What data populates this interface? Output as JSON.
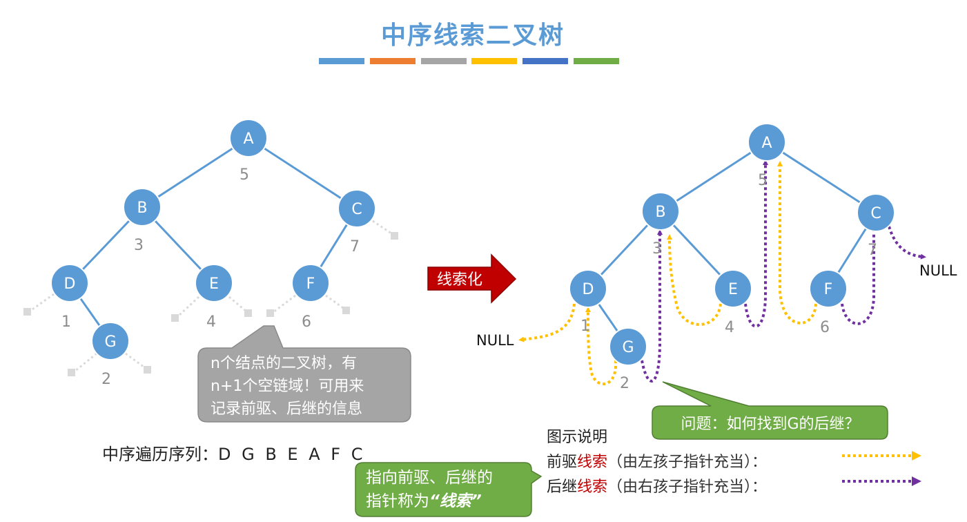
{
  "title": "中序线索二叉树",
  "colors": {
    "title": "#5b9bd5",
    "title_bars": [
      "#5b9bd5",
      "#ed7d31",
      "#a5a5a5",
      "#ffc000",
      "#4472c4",
      "#70ad47"
    ],
    "node": "#5b9bd5",
    "predecessor_thread": "#ffc000",
    "successor_thread": "#7030a0",
    "arrow_block": "#c00000",
    "gray_callout": "#a5a5a5",
    "green_callout": "#70ad47"
  },
  "left_tree": {
    "nodes": [
      {
        "label": "A",
        "order": "5"
      },
      {
        "label": "B",
        "order": "3"
      },
      {
        "label": "C",
        "order": "7"
      },
      {
        "label": "D",
        "order": "1"
      },
      {
        "label": "E",
        "order": "4"
      },
      {
        "label": "F",
        "order": "6"
      },
      {
        "label": "G",
        "order": "2"
      }
    ]
  },
  "right_tree": {
    "nodes": [
      {
        "label": "A",
        "order": "5"
      },
      {
        "label": "B",
        "order": "3"
      },
      {
        "label": "C",
        "order": "7"
      },
      {
        "label": "D",
        "order": "1"
      },
      {
        "label": "E",
        "order": "4"
      },
      {
        "label": "F",
        "order": "6"
      },
      {
        "label": "G",
        "order": "2"
      }
    ],
    "null_left": "NULL",
    "null_right": "NULL"
  },
  "arrow_block_label": "线索化",
  "gray_callout": {
    "line1": "n个结点的二叉树，有",
    "line2": "n+1个空链域！可用来",
    "line3": "记录前驱、后继的信息"
  },
  "inorder": {
    "label": "中序遍历序列：",
    "sequence": "D G B E A F C"
  },
  "green_callout_left": {
    "line1": "指向前驱、后继的",
    "line2_prefix": "指针称为",
    "line2_emph": "“线索”"
  },
  "green_callout_right": {
    "text": "问题：如何找到G的后继？"
  },
  "legend": {
    "heading": "图示说明",
    "pred_prefix": "前驱",
    "pred_thread": "线索",
    "pred_note": "（由左孩子指针充当）：",
    "succ_prefix": "后继",
    "succ_thread": "线索",
    "succ_note": "（由右孩子指针充当）："
  }
}
